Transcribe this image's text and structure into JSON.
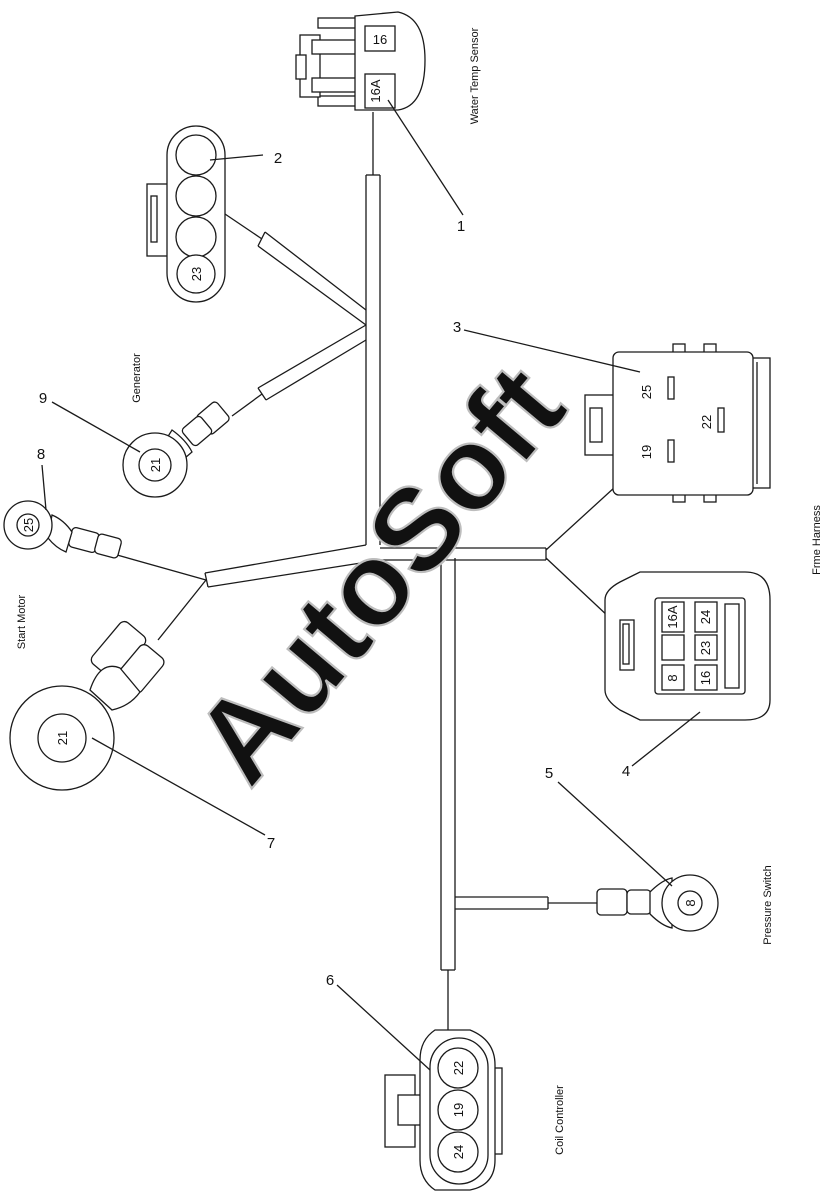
{
  "watermark": "AutoSoft",
  "title": "Frme Harness",
  "labels": {
    "water_temp_sensor": "Water Temp Sensor",
    "generator": "Generator",
    "start_motor": "Start Motor",
    "pressure_switch": "Pressure Switch",
    "coil_controller": "Coil Controller"
  },
  "callouts": [
    "1",
    "2",
    "3",
    "4",
    "5",
    "6",
    "7",
    "8",
    "9"
  ],
  "pins": {
    "water_temp_sensor": [
      "16",
      "16A"
    ],
    "connector_2": [
      "23"
    ],
    "connector_3": [
      "25",
      "22",
      "19"
    ],
    "connector_4": [
      "16A",
      "24",
      "23",
      "8",
      "16"
    ],
    "pressure_switch": "8",
    "coil_controller": [
      "22",
      "19",
      "24"
    ],
    "start_motor": "21",
    "small_ring_8": "25",
    "generator": "21"
  }
}
